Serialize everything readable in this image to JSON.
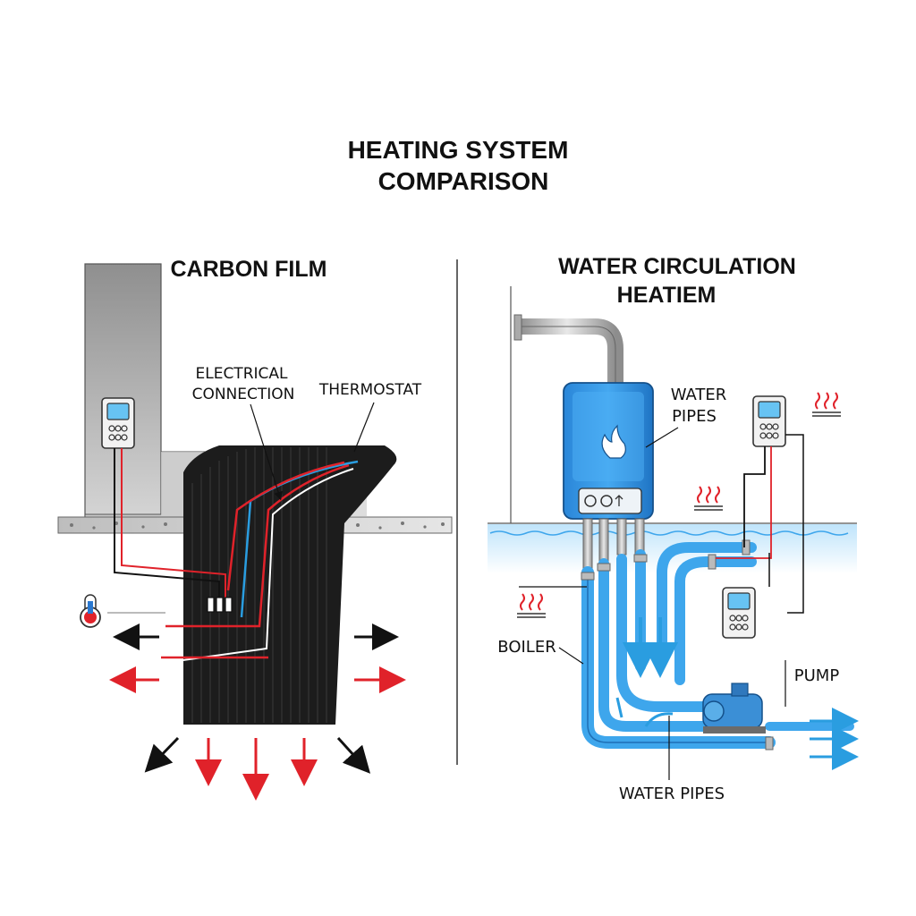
{
  "title": {
    "line1": "HEATING SYSTEM",
    "line2": "COMPARISON"
  },
  "left_panel": {
    "title": "CARBON FILM",
    "labels": {
      "electrical_line1": "ELECTRICAL",
      "electrical_line2": "CONNECTION",
      "thermostat": "THERMOSTAT"
    }
  },
  "right_panel": {
    "title_line1": "WATER CIRCULATION",
    "title_line2": "HEATIEM",
    "labels": {
      "water_pipes_top_line1": "WATER",
      "water_pipes_top_line2": "PIPES",
      "boiler": "BOILER",
      "pump": "PUMP",
      "water_pipes_bottom": "WATER PIPES"
    }
  },
  "colors": {
    "hot": "#e0222a",
    "cold": "#2a9de0",
    "water_blue": "#3ea6ec",
    "boiler_blue": "#2f8fe0",
    "film": "#222222",
    "wall": "#9a9a9a"
  }
}
